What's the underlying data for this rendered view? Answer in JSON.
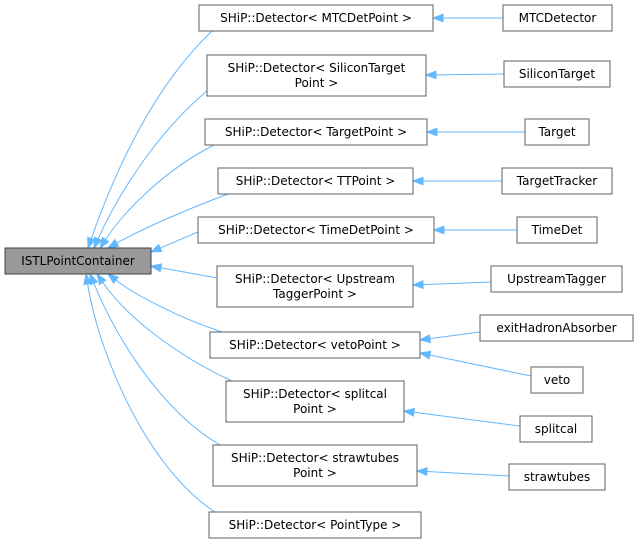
{
  "diagram": {
    "root": {
      "id": "root",
      "lines": [
        "ISTLPointContainer"
      ]
    },
    "detectors": [
      {
        "id": "d_mtc",
        "lines": [
          "SHiP::Detector< MTCDetPoint >"
        ]
      },
      {
        "id": "d_silicon",
        "lines": [
          "SHiP::Detector< SiliconTarget",
          "Point >"
        ]
      },
      {
        "id": "d_target",
        "lines": [
          "SHiP::Detector< TargetPoint >"
        ]
      },
      {
        "id": "d_tt",
        "lines": [
          "SHiP::Detector< TTPoint >"
        ]
      },
      {
        "id": "d_timedet",
        "lines": [
          "SHiP::Detector< TimeDetPoint >"
        ]
      },
      {
        "id": "d_upstream",
        "lines": [
          "SHiP::Detector< Upstream",
          "TaggerPoint >"
        ]
      },
      {
        "id": "d_veto",
        "lines": [
          "SHiP::Detector< vetoPoint >"
        ]
      },
      {
        "id": "d_splitcal",
        "lines": [
          "SHiP::Detector< splitcal",
          "Point >"
        ]
      },
      {
        "id": "d_straw",
        "lines": [
          "SHiP::Detector< strawtubes",
          "Point >"
        ]
      },
      {
        "id": "d_pointtype",
        "lines": [
          "SHiP::Detector< PointType >"
        ]
      }
    ],
    "classes": [
      {
        "id": "c_mtc",
        "lines": [
          "MTCDetector"
        ]
      },
      {
        "id": "c_silicon",
        "lines": [
          "SiliconTarget"
        ]
      },
      {
        "id": "c_target",
        "lines": [
          "Target"
        ]
      },
      {
        "id": "c_tt",
        "lines": [
          "TargetTracker"
        ]
      },
      {
        "id": "c_timedet",
        "lines": [
          "TimeDet"
        ]
      },
      {
        "id": "c_upstream",
        "lines": [
          "UpstreamTagger"
        ]
      },
      {
        "id": "c_exit",
        "lines": [
          "exitHadronAbsorber"
        ]
      },
      {
        "id": "c_veto",
        "lines": [
          "veto"
        ]
      },
      {
        "id": "c_splitcal",
        "lines": [
          "splitcal"
        ]
      },
      {
        "id": "c_straw",
        "lines": [
          "strawtubes"
        ]
      }
    ],
    "edges": [
      {
        "from": "d_mtc",
        "to": "root"
      },
      {
        "from": "d_silicon",
        "to": "root"
      },
      {
        "from": "d_target",
        "to": "root"
      },
      {
        "from": "d_tt",
        "to": "root"
      },
      {
        "from": "d_timedet",
        "to": "root"
      },
      {
        "from": "d_upstream",
        "to": "root"
      },
      {
        "from": "d_veto",
        "to": "root"
      },
      {
        "from": "d_splitcal",
        "to": "root"
      },
      {
        "from": "d_straw",
        "to": "root"
      },
      {
        "from": "d_pointtype",
        "to": "root"
      },
      {
        "from": "c_mtc",
        "to": "d_mtc"
      },
      {
        "from": "c_silicon",
        "to": "d_silicon"
      },
      {
        "from": "c_target",
        "to": "d_target"
      },
      {
        "from": "c_tt",
        "to": "d_tt"
      },
      {
        "from": "c_timedet",
        "to": "d_timedet"
      },
      {
        "from": "c_upstream",
        "to": "d_upstream"
      },
      {
        "from": "c_exit",
        "to": "d_veto"
      },
      {
        "from": "c_veto",
        "to": "d_veto"
      },
      {
        "from": "c_splitcal",
        "to": "d_splitcal"
      },
      {
        "from": "c_straw",
        "to": "d_straw"
      }
    ]
  }
}
